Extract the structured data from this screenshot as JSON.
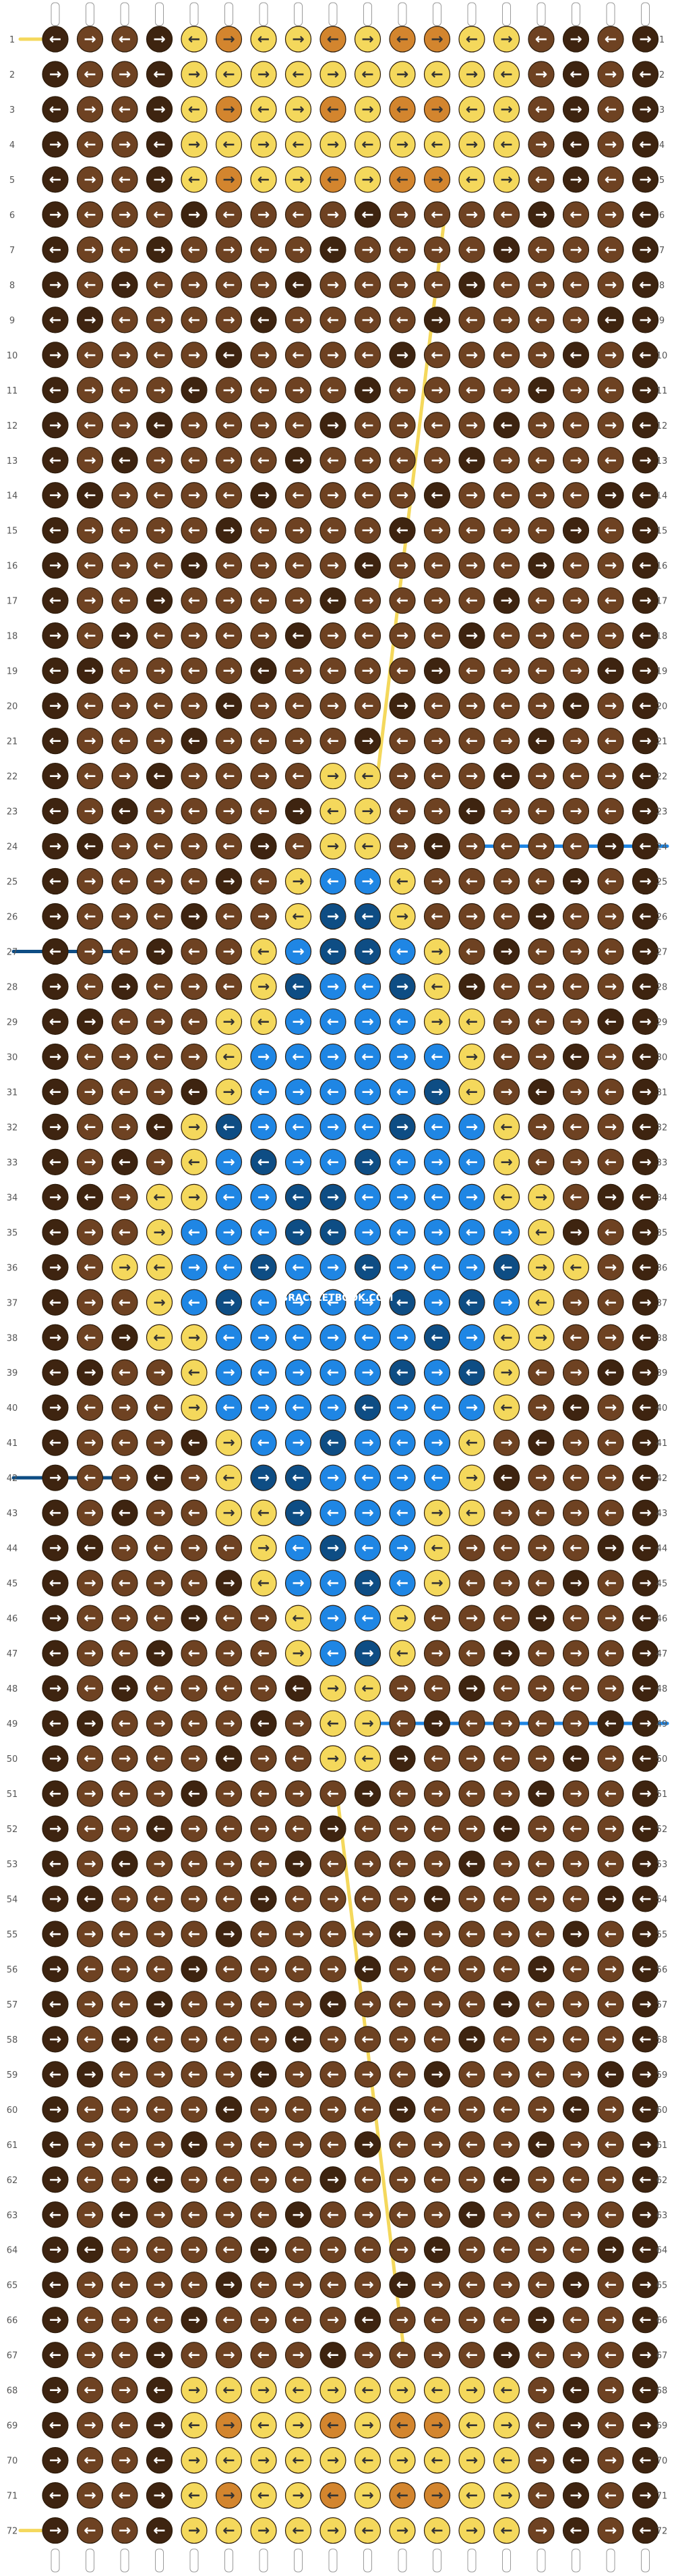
{
  "pattern": {
    "watermark": "BRACELETBOOK.COM",
    "row_count": 72,
    "column_count": 18,
    "row_labels": [
      "1",
      "2",
      "3",
      "4",
      "5",
      "6",
      "7",
      "8",
      "9",
      "10",
      "11",
      "12",
      "13",
      "14",
      "15",
      "16",
      "17",
      "18",
      "19",
      "20",
      "21",
      "22",
      "23",
      "24",
      "25",
      "26",
      "27",
      "28",
      "29",
      "30",
      "31",
      "32",
      "33",
      "34",
      "35",
      "36",
      "37",
      "38",
      "39",
      "40",
      "41",
      "42",
      "43",
      "44",
      "45",
      "46",
      "47",
      "48",
      "49",
      "50",
      "51",
      "52",
      "53",
      "54",
      "55",
      "56",
      "57",
      "58",
      "59",
      "60",
      "61",
      "62",
      "63",
      "64",
      "65",
      "66",
      "67",
      "68",
      "69",
      "70",
      "71",
      "72"
    ],
    "colors": {
      "dark_brown": "#3e2410",
      "brown": "#6e4222",
      "yellow": "#f4d85c",
      "orange": "#d3852e",
      "light_blue": "#1f86e4",
      "dark_blue": "#0e4d84"
    },
    "knot_symbols": {
      "forward": "→",
      "backward": "←"
    },
    "icons": [
      "string-icon",
      "knot-icon",
      "arrow-right-icon",
      "arrow-left-icon"
    ]
  }
}
